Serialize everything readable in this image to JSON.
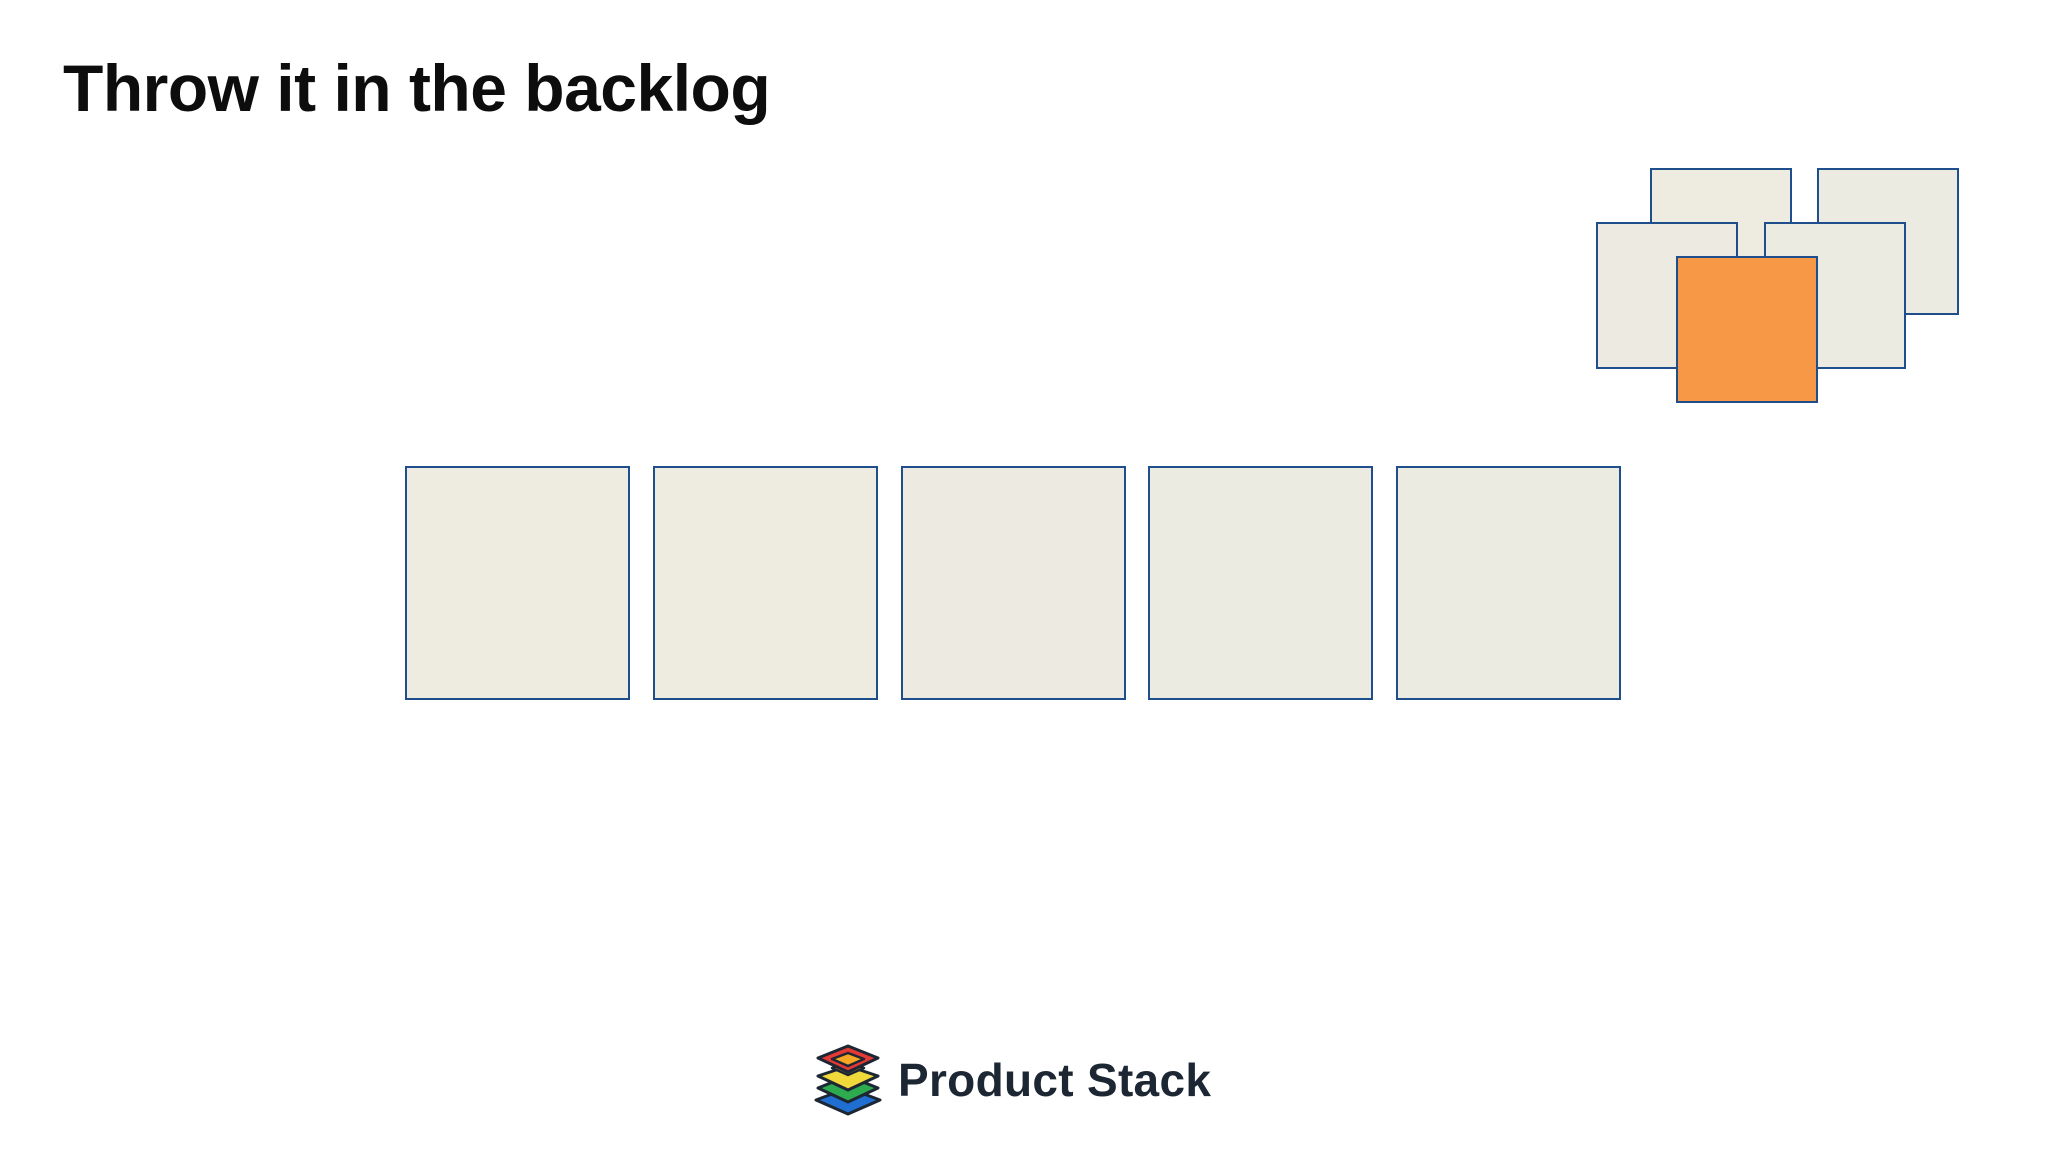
{
  "slide": {
    "title": "Throw it in the backlog"
  },
  "colors": {
    "card_border": "#1f4e8c",
    "card_fill": "#eeebe1",
    "highlight_fill": "#f69845",
    "logo_text": "#1c2733",
    "logo_layers": [
      "#e53935",
      "#f5a623",
      "#f2d93b",
      "#2eaa4f",
      "#1e6fd1"
    ]
  },
  "diagram": {
    "row_card_count": 5,
    "backlog_card_count": 5,
    "highlighted_card": "backlog-card-front"
  },
  "footer": {
    "brand_name": "Product Stack",
    "logo_icon": "layered-stack-icon"
  }
}
